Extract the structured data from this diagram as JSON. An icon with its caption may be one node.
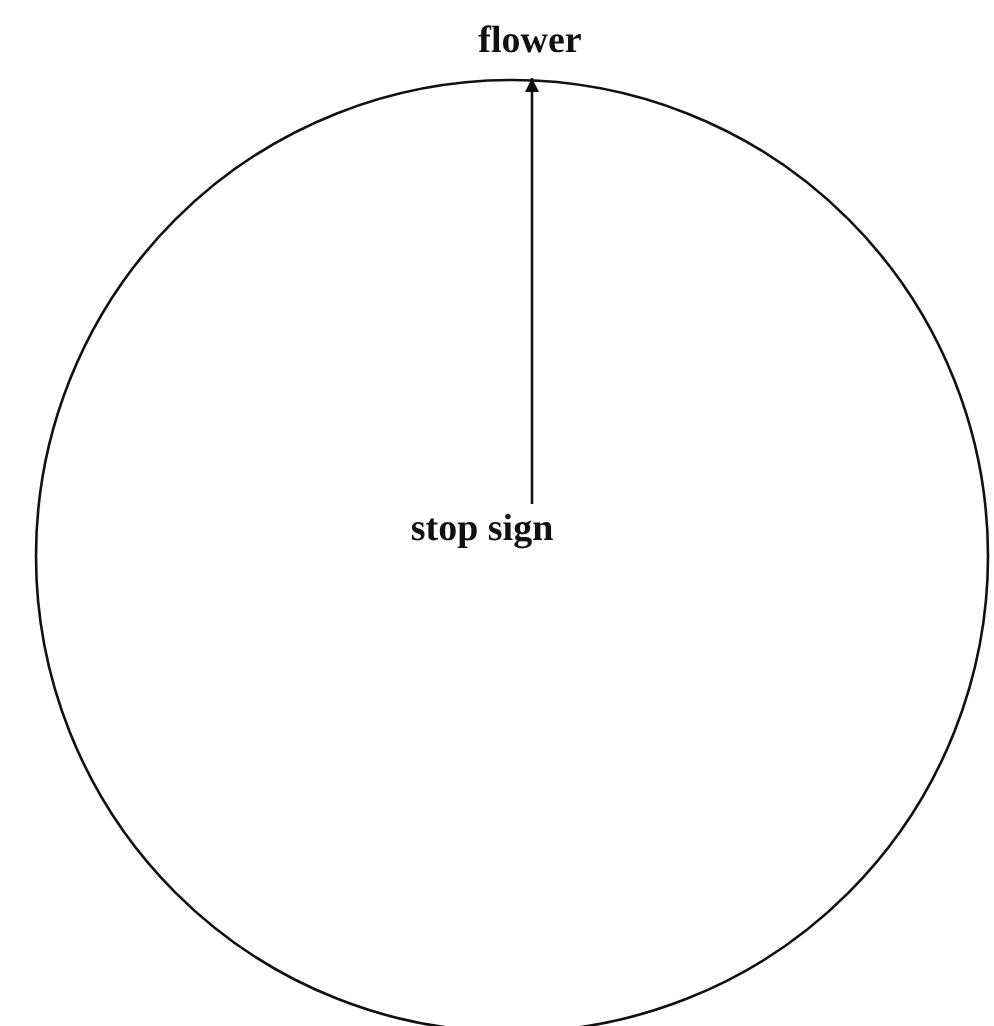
{
  "diagram": {
    "nodes": [
      {
        "text": [],
        "shape": "circle"
      },
      {
        "text": [
          "stop sign"
        ],
        "in": 0
      },
      {
        "text": [
          "flower"
        ]
      }
    ],
    "edges": [
      {
        "from": 1,
        "to": 2,
        "arrow": "to"
      }
    ]
  }
}
